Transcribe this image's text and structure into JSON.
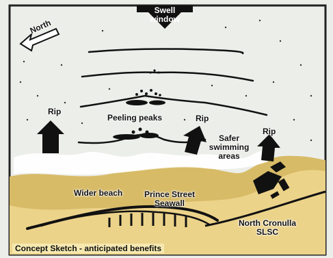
{
  "labels": {
    "swell_window": "Swell\nwindow",
    "north": "North",
    "rip_left": "Rip",
    "rip_middle": "Rip",
    "rip_right": "Rip",
    "peeling_peaks": "Peeling peaks",
    "safer_swimming": "Safer\nswimming\nareas",
    "wider_beach": "Wider beach",
    "prince_street_seawall": "Prince Street\nSeawall",
    "north_cronulla": "North Cronulla\nSLSC"
  },
  "caption": "Concept Sketch - anticipated benefits",
  "colors": {
    "sea": "#e9ece8",
    "sand": "#ecd38a",
    "sand_dark": "#c9a74a",
    "ink": "#111111",
    "caption_bg": "#f6e9b0"
  }
}
